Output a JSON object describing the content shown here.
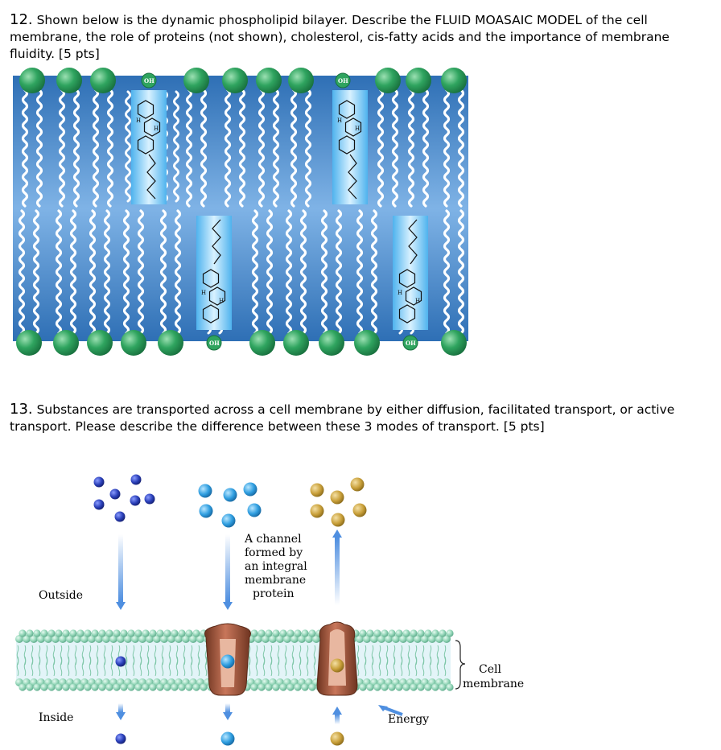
{
  "q12": {
    "number": "12.",
    "text": "Shown below is the dynamic phospholipid bilayer. Describe the FLUID MOASAIC MODEL of the cell membrane, the role of proteins (not shown), cholesterol, cis-fatty acids and the importance of membrane fluidity. [5 pts]"
  },
  "figure1": {
    "oh_label": "OH",
    "h_label": "H",
    "colors": {
      "membrane": "#3f7fc0",
      "head": "#2a9a5a",
      "cholesterol": "#8fd0f5"
    }
  },
  "q13": {
    "number": "13.",
    "text": "Substances are transported across a cell membrane by either diffusion, facilitated transport, or active transport. Please describe the difference between these 3 modes of transport. [5 pts]"
  },
  "figure2": {
    "outside_label": "Outside",
    "inside_label": "Inside",
    "channel_label_lines": [
      "A channel",
      "formed by",
      "an integral",
      "membrane",
      "protein"
    ],
    "cell_membrane_lines": [
      "Cell",
      "membrane"
    ],
    "energy_label": "Energy",
    "colors": {
      "dark_blue": "#2a3fb8",
      "light_blue": "#2f9ee0",
      "gold": "#c9a03a",
      "protein": "#8c4a30"
    }
  }
}
